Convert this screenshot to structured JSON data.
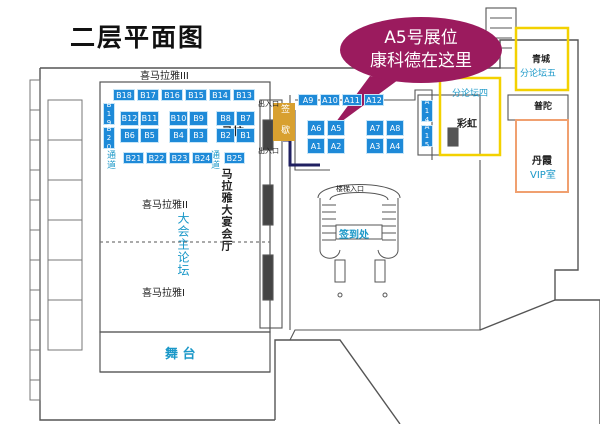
{
  "title": "二层平面图",
  "callout": {
    "line1": "A5号展位",
    "line2": "康科德在这里",
    "color": "#9b1b5e"
  },
  "colors": {
    "booth": "#1e8ad8",
    "label_blue": "#1b98c8",
    "qingcheng_border": "#f3d100",
    "danxia_border": "#f0a070",
    "stage_blue": "#1b98c8"
  },
  "rooms": {
    "himalaya3": "喜马拉雅III",
    "himalaya2": "喜马拉雅II",
    "himalaya1": "喜马拉雅I",
    "main_forum": "大会主论坛",
    "ballroom": "马拉雅大宴会厅",
    "ballroom_cut": "马拉",
    "stage": "舞 台",
    "checkin": "签到处",
    "stairs": "楼梯入口",
    "entrance": "出入口",
    "caihong": "彩虹",
    "forum4": "分论坛四",
    "qingcheng": "青城",
    "forum5": "分论坛五",
    "putuo": "普陀",
    "danxia": "丹霞",
    "vip": "VIP室",
    "aisle": "通道",
    "sign": "签 歇"
  },
  "booths": {
    "top_row": [
      "B18",
      "B17",
      "B16",
      "B15",
      "B14",
      "B13"
    ],
    "middle_left": [
      "B12",
      "B11",
      "B6",
      "B5"
    ],
    "middle_center": [
      "B10",
      "B9",
      "B4",
      "B3"
    ],
    "middle_right": [
      "B8",
      "B7",
      "B2",
      "B1"
    ],
    "left_col": [
      "B19",
      "B20"
    ],
    "bottom_row": [
      "B21",
      "B22",
      "B23",
      "B24",
      "B25"
    ],
    "a_top": [
      "A9",
      "A10",
      "A11",
      "A12"
    ],
    "a_left": [
      "A6",
      "A5",
      "A1",
      "A2"
    ],
    "a_right": [
      "A7",
      "A8",
      "A3",
      "A4"
    ],
    "a_side": [
      "A14",
      "A15"
    ]
  }
}
